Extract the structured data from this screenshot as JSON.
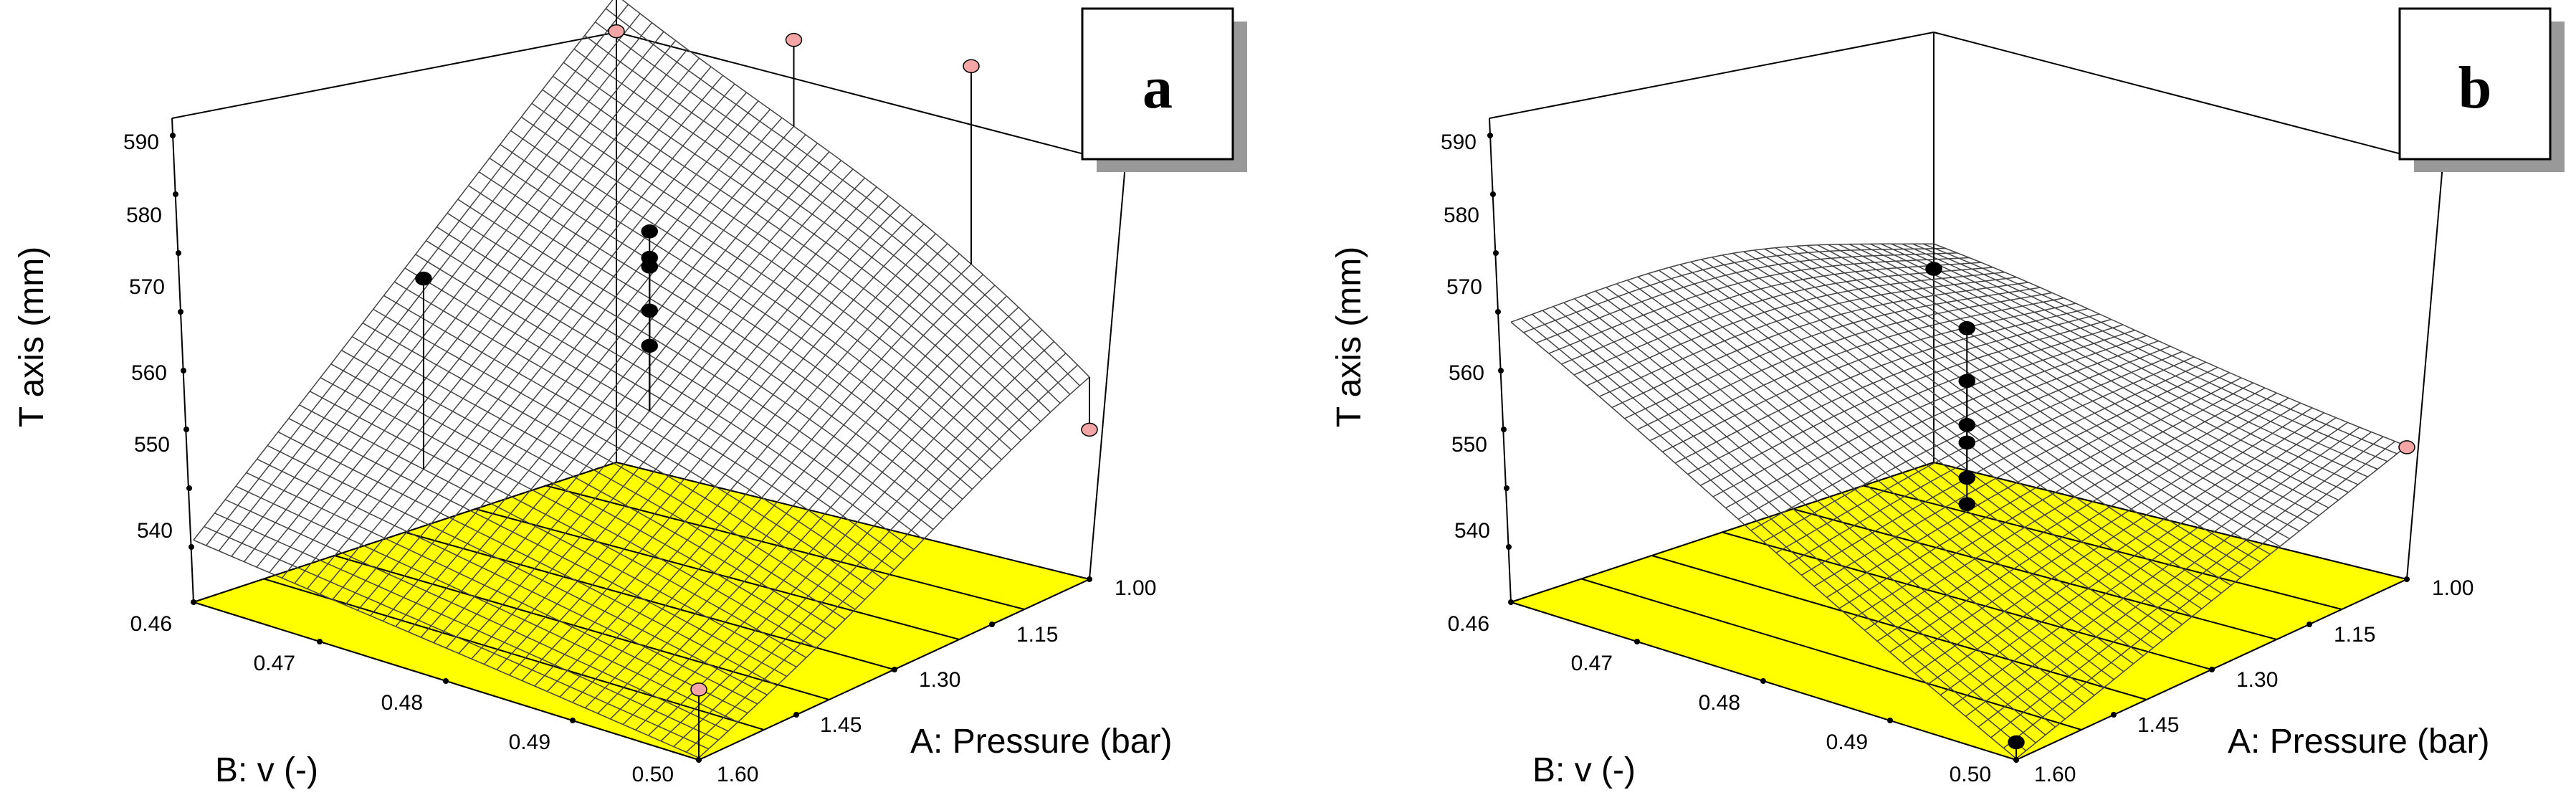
{
  "colors": {
    "floor": "#ffff00",
    "mesh_light": "#444444",
    "mesh_dark": "#000000",
    "point_above": "#000000",
    "point_below": "#f4a6a6",
    "box_shadow": "#999999"
  },
  "chart_data": [
    {
      "type": "surface3d",
      "panel_label": "a",
      "zlabel": "T axis (mm)",
      "xlabel": "A: Pressure (bar)",
      "ylabel": "B: v (-)",
      "x_ticks": [
        "1.00",
        "1.15",
        "1.30",
        "1.45",
        "1.60"
      ],
      "y_ticks": [
        "0.46",
        "0.47",
        "0.48",
        "0.49",
        "0.50"
      ],
      "z_ticks": [
        "540",
        "550",
        "560",
        "570",
        "580",
        "590"
      ],
      "xlim": [
        1.0,
        1.6
      ],
      "ylim": [
        0.46,
        0.5
      ],
      "zlim": [
        535,
        590
      ],
      "grid": false,
      "contour_floor": true,
      "surface": {
        "corners": {
          "p1_0.46": 587,
          "p1_0.50": 553,
          "p1.6_0.46": 542,
          "p1.6_0.50": 535
        },
        "peak": {
          "x": 1.0,
          "y": 0.49,
          "z": 590
        }
      },
      "design_points": [
        {
          "x": 1.0,
          "y": 0.46,
          "z": 584,
          "above": false
        },
        {
          "x": 1.0,
          "y": 0.475,
          "z": 588,
          "above": false
        },
        {
          "x": 1.0,
          "y": 0.49,
          "z": 590,
          "above": false
        },
        {
          "x": 1.0,
          "y": 0.5,
          "z": 552,
          "above": false
        },
        {
          "x": 1.6,
          "y": 0.5,
          "z": 543,
          "above": false
        },
        {
          "x": 1.3,
          "y": 0.48,
          "z": 577,
          "above": true
        },
        {
          "x": 1.3,
          "y": 0.48,
          "z": 574,
          "above": true
        },
        {
          "x": 1.3,
          "y": 0.48,
          "z": 573,
          "above": true
        },
        {
          "x": 1.3,
          "y": 0.48,
          "z": 568,
          "above": true
        },
        {
          "x": 1.3,
          "y": 0.48,
          "z": 564,
          "above": true
        },
        {
          "x": 1.45,
          "y": 0.47,
          "z": 572,
          "above": true
        }
      ]
    },
    {
      "type": "surface3d",
      "panel_label": "b",
      "zlabel": "T axis (mm)",
      "xlabel": "A: Pressure (bar)",
      "ylabel": "B: v (-)",
      "x_ticks": [
        "1.00",
        "1.15",
        "1.30",
        "1.45",
        "1.60"
      ],
      "y_ticks": [
        "0.46",
        "0.47",
        "0.48",
        "0.49",
        "0.50"
      ],
      "z_ticks": [
        "540",
        "550",
        "560",
        "570",
        "580",
        "590"
      ],
      "xlim": [
        1.0,
        1.6
      ],
      "ylim": [
        0.46,
        0.5
      ],
      "zlim": [
        535,
        590
      ],
      "grid": false,
      "contour_floor": true,
      "surface": {
        "corners": {
          "p1_0.46": 557,
          "p1_0.50": 550,
          "p1.6_0.46": 564,
          "p1.6_0.50": 535
        },
        "peak": {
          "x": 1.3,
          "y": 0.46,
          "z": 569
        }
      },
      "design_points": [
        {
          "x": 1.0,
          "y": 0.46,
          "z": 557,
          "above": true
        },
        {
          "x": 1.0,
          "y": 0.5,
          "z": 550,
          "above": false
        },
        {
          "x": 1.6,
          "y": 0.5,
          "z": 537,
          "above": true
        },
        {
          "x": 1.3,
          "y": 0.48,
          "z": 566,
          "above": true
        },
        {
          "x": 1.3,
          "y": 0.48,
          "z": 560,
          "above": true
        },
        {
          "x": 1.3,
          "y": 0.48,
          "z": 555,
          "above": true
        },
        {
          "x": 1.3,
          "y": 0.48,
          "z": 553,
          "above": true
        },
        {
          "x": 1.3,
          "y": 0.48,
          "z": 549,
          "above": true
        },
        {
          "x": 1.3,
          "y": 0.48,
          "z": 546,
          "above": true
        }
      ]
    }
  ]
}
